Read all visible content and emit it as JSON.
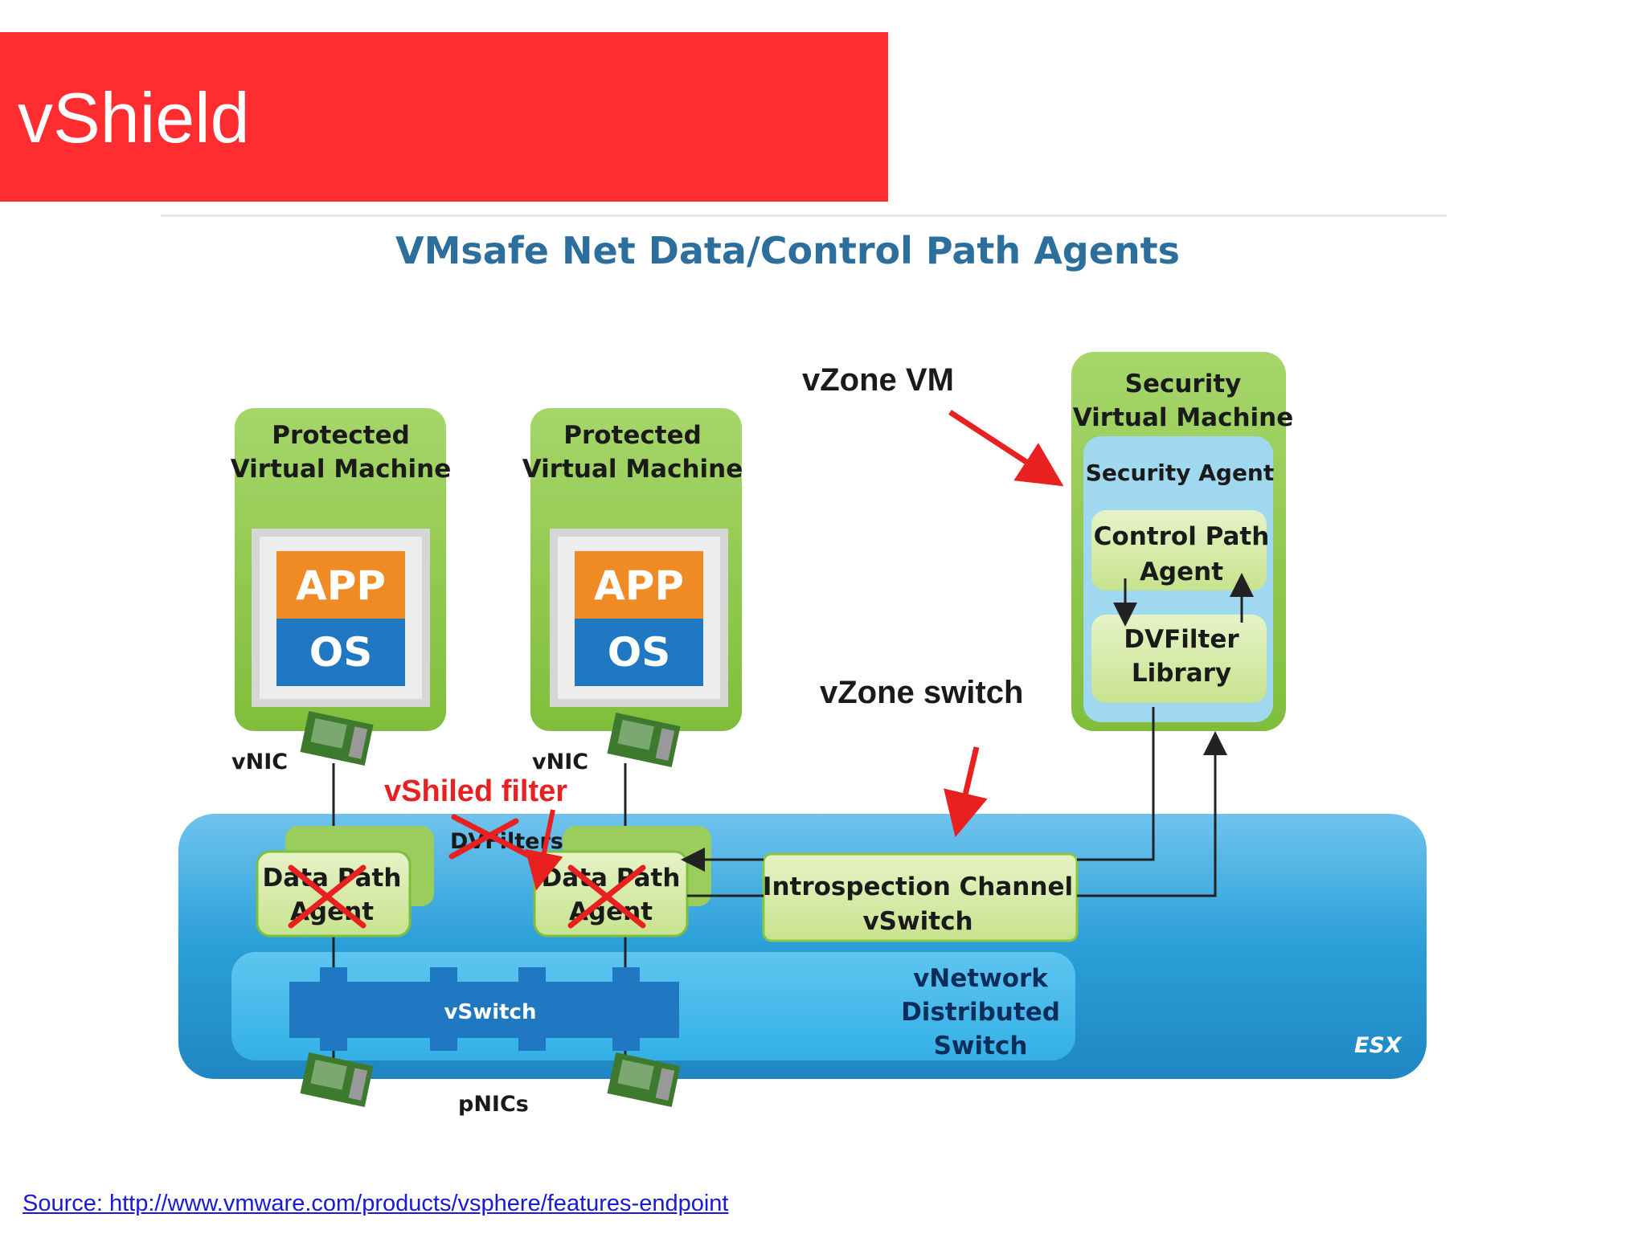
{
  "slide": {
    "title": "vShield",
    "source_link": "Source: http://www.vmware.com/products/vsphere/features-endpoint"
  },
  "diagram": {
    "title": "VMsafe Net Data/Control Path Agents",
    "protected_vm_1": {
      "line1": "Protected",
      "line2": "Virtual Machine",
      "app": "APP",
      "os": "OS"
    },
    "protected_vm_2": {
      "line1": "Protected",
      "line2": "Virtual Machine",
      "app": "APP",
      "os": "OS"
    },
    "security_vm": {
      "line1": "Security",
      "line2": "Virtual Machine",
      "security_agent": "Security Agent",
      "control_path_line1": "Control Path",
      "control_path_line2": "Agent",
      "dvfilter_line1": "DVFilter",
      "dvfilter_line2": "Library"
    },
    "vnic_1": "vNIC",
    "vnic_2": "vNIC",
    "dvfilters": "DVFilters",
    "data_path_agent_1": {
      "line1": "Data Path",
      "line2": "Agent"
    },
    "data_path_agent_2": {
      "line1": "Data Path",
      "line2": "Agent"
    },
    "introspection_line1": "Introspection Channel",
    "introspection_line2": "vSwitch",
    "vswitch": "vSwitch",
    "vds_line1": "vNetwork",
    "vds_line2": "Distributed",
    "vds_line3": "Switch",
    "esx": "ESX",
    "pnics": "pNICs",
    "annotation_vzone_vm": "vZone VM",
    "annotation_vzone_switch": "vZone switch",
    "annotation_vshield_filter": "vShiled filter"
  },
  "colors": {
    "title_bar": "#ff2d30",
    "vm_green": "#8cc63f",
    "esx_blue": "#2a9fd8",
    "app_orange": "#f08a24",
    "os_blue": "#1f78c1",
    "annotation_red": "#e8201f"
  }
}
